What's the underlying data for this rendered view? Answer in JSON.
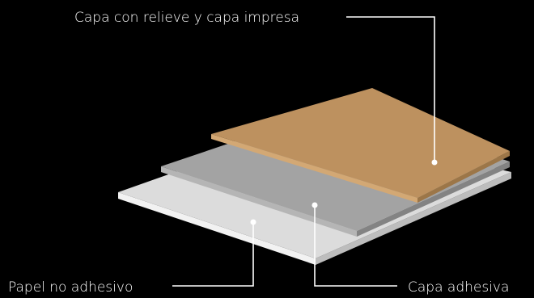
{
  "labels": {
    "top": "Capa con relieve y capa impresa",
    "bottom_left": "Papel no adhesivo",
    "bottom_right": "Capa adhesiva"
  },
  "colors": {
    "background": "#000000",
    "printed_layer_top": "#bd915f",
    "printed_layer_edge": "#d3a874",
    "adhesive_layer_top": "#a3a3a3",
    "adhesive_layer_edge": "#838383",
    "paper_layer_top": "#dcdcdc",
    "paper_layer_edge": "#f2f2f2",
    "leader_line": "#ffffff"
  }
}
